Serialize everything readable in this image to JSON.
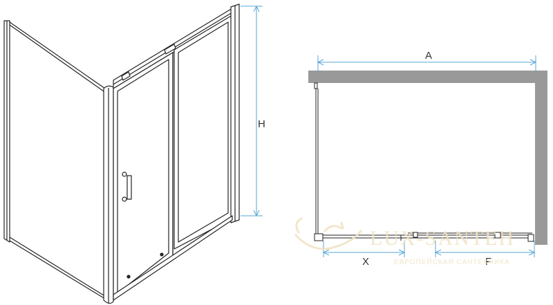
{
  "dimensions": {
    "height_label": "H",
    "width_label": "A",
    "opening_label": "X",
    "fixed_label": "F"
  },
  "watermark": {
    "brand": "LUX-SANTEH",
    "tagline": "ЕВРОПЕЙСКАЯ САНТЕХНИКА",
    "icon": "bathtub-icon"
  },
  "colors": {
    "line": "#222222",
    "dimension": "#58a6d6",
    "wall": "#999999",
    "watermark": "#f0e2c2"
  }
}
